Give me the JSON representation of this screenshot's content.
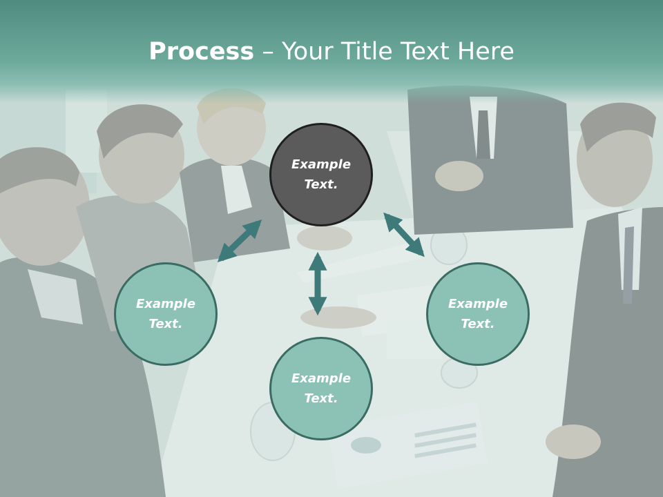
{
  "title": {
    "bold": "Process",
    "separator": " – ",
    "rest": "Your Title Text Here"
  },
  "circles": {
    "top": "Example\nText.",
    "left": "Example\nText.",
    "right": "Example\nText.",
    "bottom": "Example\nText."
  },
  "colors": {
    "title_band": "#5a9a8c",
    "circle_teal": "#8cc1b5",
    "circle_teal_border": "#3b6c64",
    "circle_dark": "#5b5b5b",
    "arrow": "#3d7a79"
  }
}
